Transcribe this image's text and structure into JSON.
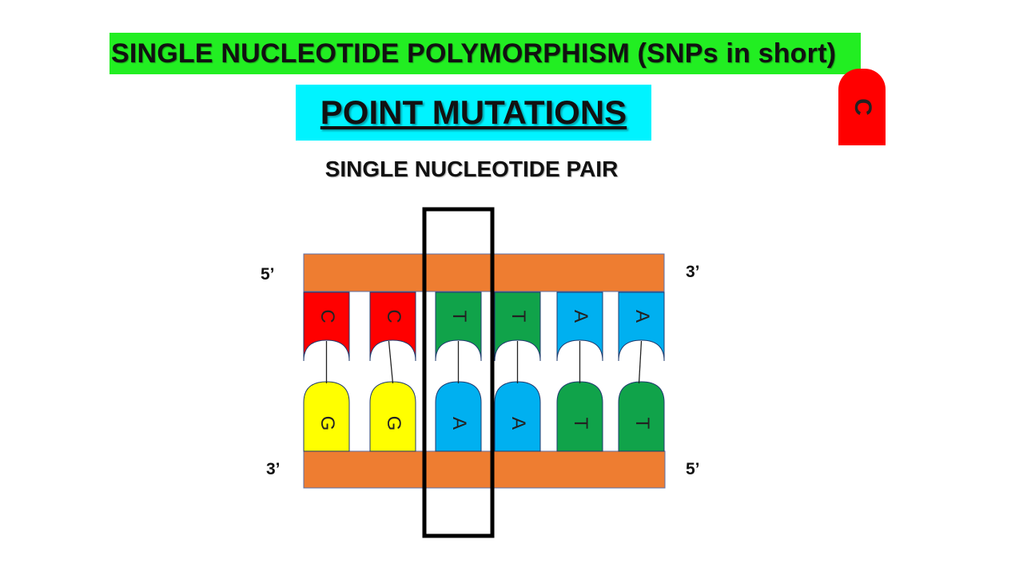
{
  "title": "SINGLE NUCLEOTIDE POLYMORPHISM (SNPs in short)",
  "subtitle": "POINT MUTATIONS",
  "heading": "SINGLE NUCLEOTIDE PAIR",
  "ends": {
    "top_left": "5’",
    "top_right": "3’",
    "bottom_left": "3’",
    "bottom_right": "5’"
  },
  "floating_base": "C",
  "top_strand": [
    "C",
    "C",
    "T",
    "T",
    "A",
    "A"
  ],
  "bottom_strand": [
    "G",
    "G",
    "A",
    "A",
    "T",
    "T"
  ],
  "highlighted_pair_index": 2,
  "colors": {
    "title_bg": "#22ee22",
    "subtitle_bg": "#00f3ff",
    "backbone": "#ee7d31",
    "highlight_box": "#000000",
    "C": "#ff0000",
    "G": "#ffff00",
    "T": "#10a34a",
    "A": "#00b0f0"
  }
}
